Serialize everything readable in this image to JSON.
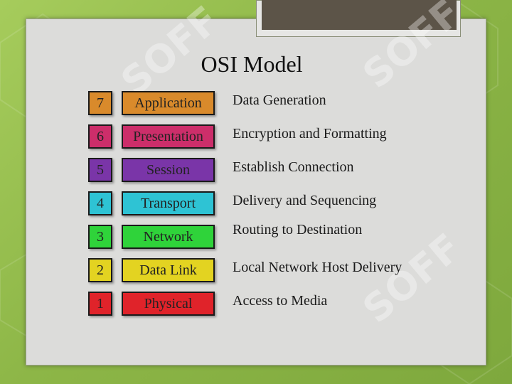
{
  "title": "OSI Model",
  "watermark_text": "SOFF",
  "colors": {
    "background": "#8fb84a",
    "slide": "#dcdcda",
    "topbar": "#5c5448"
  },
  "layers": [
    {
      "number": "7",
      "name": "Application",
      "description": "Data Generation",
      "color": "#d98a2b"
    },
    {
      "number": "6",
      "name": "Presentation",
      "description": "Encryption and Formatting",
      "color": "#cc2e6a"
    },
    {
      "number": "5",
      "name": "Session",
      "description": "Establish Connection",
      "color": "#7a35a8"
    },
    {
      "number": "4",
      "name": "Transport",
      "description": "Delivery and Sequencing",
      "color": "#2ec3d4"
    },
    {
      "number": "3",
      "name": "Network",
      "description": "Routing to Destination",
      "color": "#2fd33a"
    },
    {
      "number": "2",
      "name": "Data Link",
      "description": "Local Network Host Delivery",
      "color": "#e3d321"
    },
    {
      "number": "1",
      "name": "Physical",
      "description": "Access to Media",
      "color": "#e0232a"
    }
  ]
}
